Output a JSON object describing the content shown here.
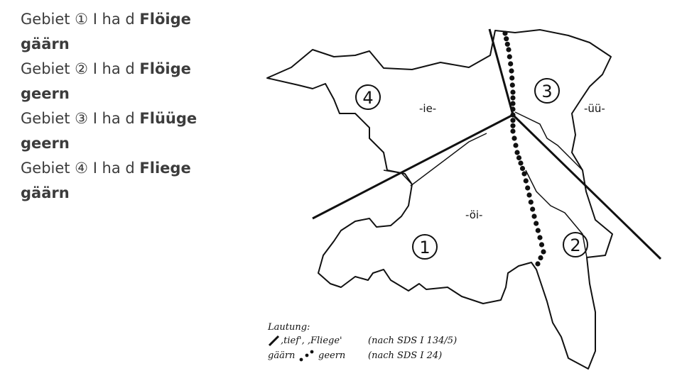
{
  "areas": [
    {
      "circle_label": "①",
      "intro": "Gebiet ① I ha d ",
      "word": "Flöige",
      "line2": "gäärn"
    },
    {
      "circle_label": "②",
      "intro": "Gebiet ② I ha d ",
      "word": "Flöige",
      "line2": "geern"
    },
    {
      "circle_label": "③",
      "intro": "Gebiet ③ I ha d ",
      "word": "Flüüge",
      "line2": "geern"
    },
    {
      "circle_label": "④",
      "intro": "Gebiet ④ I ha d ",
      "word": "Fliege",
      "line2": "gäärn"
    }
  ],
  "map": {
    "region_labels": {
      "ie": "-ie-",
      "uu": "-üü-",
      "oi": "-öi-"
    },
    "area_numbers": {
      "one": "1",
      "two": "2",
      "three": "3",
      "four": "4"
    }
  },
  "legend": {
    "title": "Lautung:",
    "row1_words": ",tief', ,Fliege'",
    "row1_source": "(nach SDS I 134/5)",
    "row2_left": "gäärn",
    "row2_right": "geern",
    "row2_source": "(nach SDS I 24)"
  },
  "colors": {
    "text": "#3c3c3c",
    "ink": "#111111",
    "background": "#ffffff"
  }
}
